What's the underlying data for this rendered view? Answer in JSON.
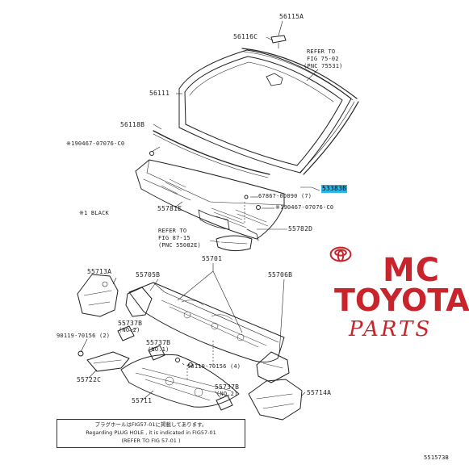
{
  "labels": {
    "p56115A": "56115A",
    "p56116C": "56116C",
    "p56111": "56111",
    "p56118B": "56118B",
    "p90467a": "※190467-07076-C0",
    "ref75_1": "REFER TO",
    "ref75_2": "FIG 75-02",
    "ref75_3": "(PNC 75531)",
    "p53383B": "53383B",
    "p67867": "67867-0D090 (7)",
    "p90467b": "※190467-07076-C0",
    "black": "※1 BLACK",
    "p55781E": "55781E",
    "p55782D": "55782D",
    "ref87_1": "REFER TO",
    "ref87_2": "FIG 87-15",
    "ref87_3": "(PNC 55082E)",
    "p55701": "55701",
    "p55713A": "55713A",
    "p55705B": "55705B",
    "p55706B": "55706B",
    "p55737Ba": "55737B",
    "p55737Ba_sub": "(NO.2)",
    "p90119a": "90119-70156 (2)",
    "p55737Bb": "55737B",
    "p55737Bb_sub": "(NO.1)",
    "p90119b": "90119-70156 (4)",
    "p55722C": "55722C",
    "p55711": "55711",
    "p55737Bc": "55737B",
    "p55737Bc_sub": "(NO.2)",
    "p55714A": "55714A",
    "fig_no": "551573B"
  },
  "note": {
    "line1": "プラグホールはFIG57-01に掲載してあります。",
    "line2": "Regarding PLUG HOLE , it is indicated in FIG57-01",
    "line3": "(REFER TO FIG 57-01 )"
  },
  "watermark": {
    "mc": "MC",
    "toyota": "TOYOTA",
    "parts": "PARTS",
    "color": "#c9232b"
  },
  "colors": {
    "highlight": "#2bb8e8",
    "line": "#222222"
  }
}
